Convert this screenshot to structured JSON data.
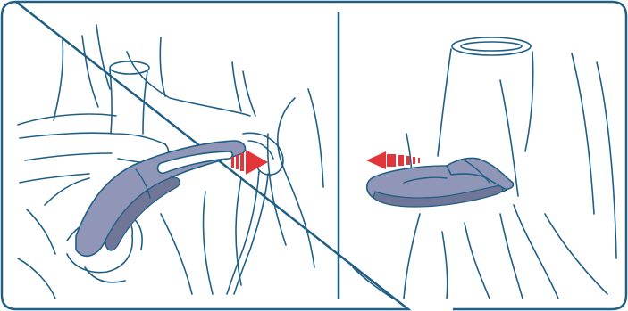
{
  "figure": {
    "panels": [
      {
        "id": "left",
        "step": "pull-strap-through-buckle-slot",
        "arrow_direction": "right"
      },
      {
        "id": "right",
        "step": "pull-strap-out",
        "arrow_direction": "left"
      }
    ]
  },
  "colors": {
    "line": "#1f5f86",
    "strap_fill": "#8f96b8",
    "strap_shadow": "#6f7698",
    "arrow": "#e3343a",
    "background": "#ffffff"
  },
  "icons": {
    "left_arrow": "arrow-right-icon",
    "right_arrow": "arrow-left-icon"
  }
}
